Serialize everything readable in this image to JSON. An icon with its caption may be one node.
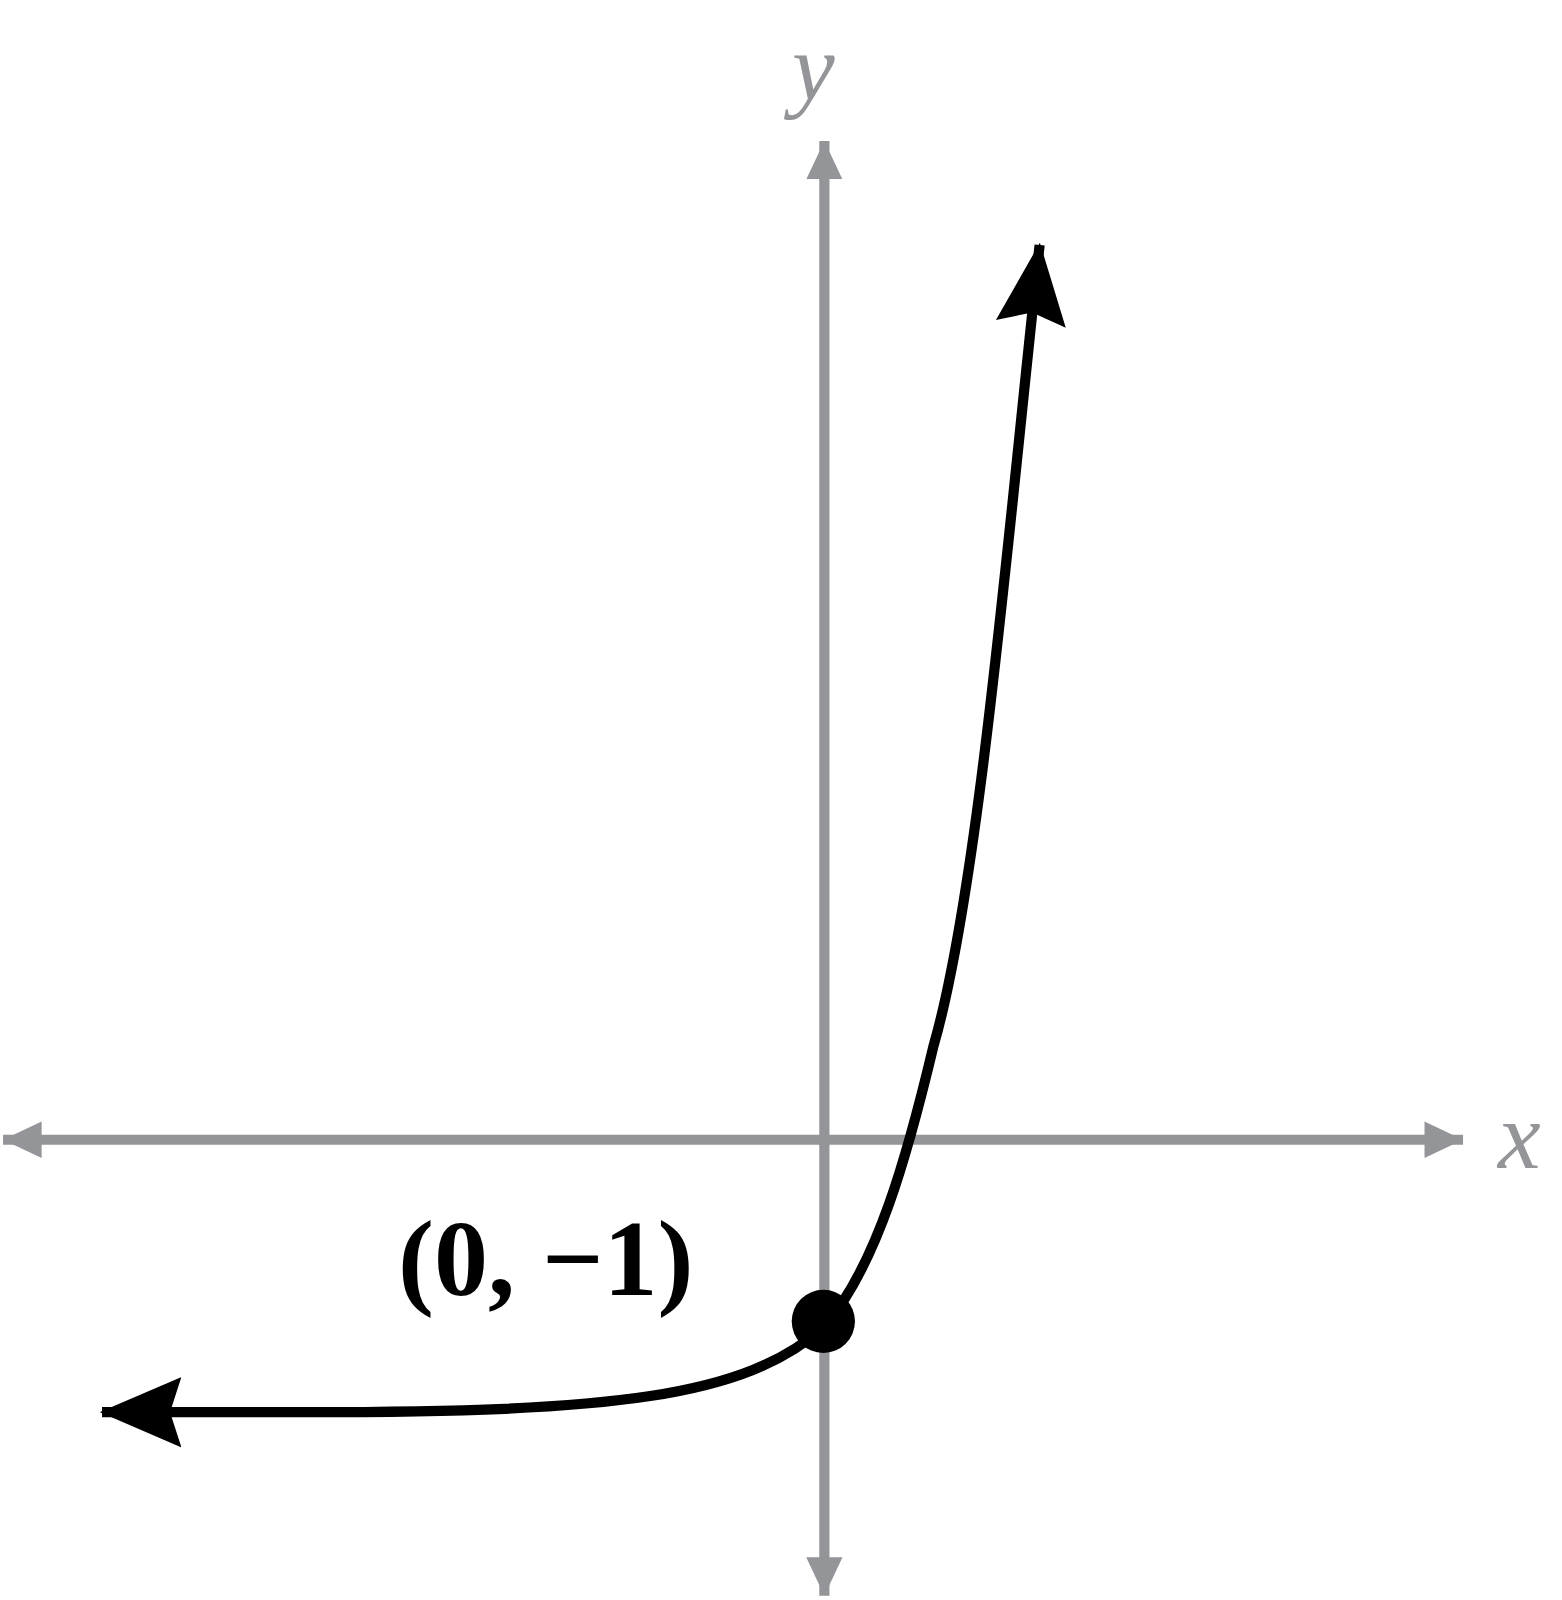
{
  "diagram": {
    "labels": [
      "y",
      "x",
      "(0, −1)"
    ]
  }
}
